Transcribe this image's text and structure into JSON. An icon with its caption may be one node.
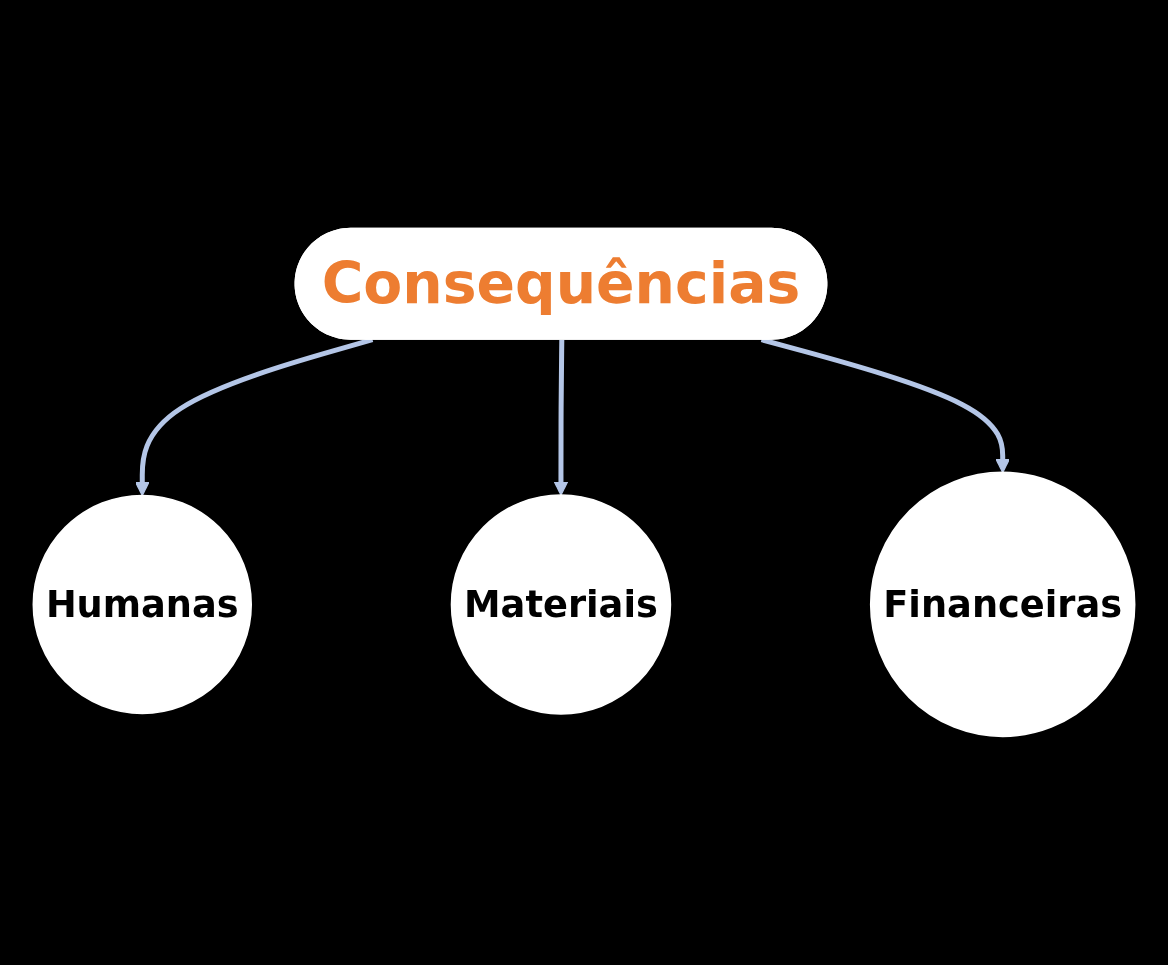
{
  "diagram": {
    "nodes": [
      {
        "text": [
          "Humanas"
        ]
      },
      {
        "text": [
          "Consequências"
        ]
      },
      {
        "text": [
          "Materiais"
        ]
      },
      {
        "text": [
          "Financeiras"
        ]
      }
    ],
    "edges": [
      {
        "from": 1,
        "to": 0,
        "arrow": "to"
      },
      {
        "from": 1,
        "to": 2,
        "arrow": "to"
      },
      {
        "from": 1,
        "to": 3,
        "arrow": "to"
      }
    ]
  }
}
